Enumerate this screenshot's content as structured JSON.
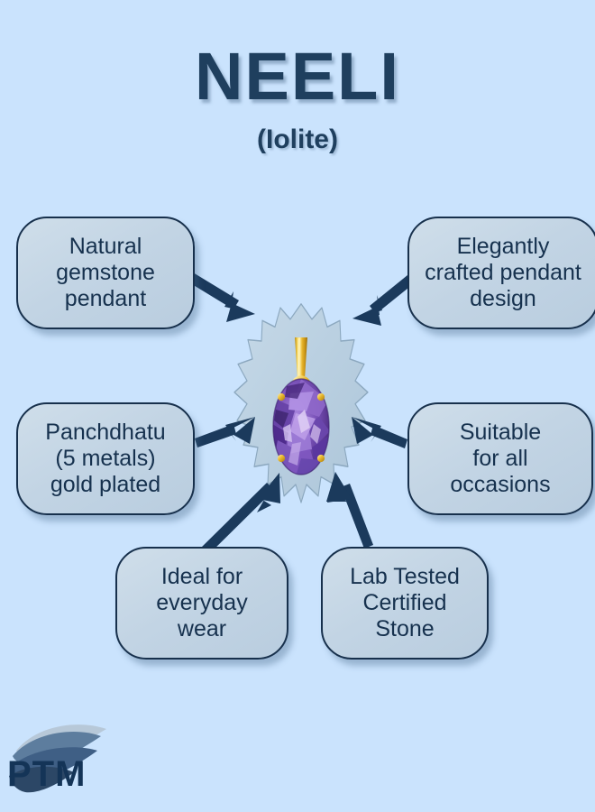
{
  "page": {
    "background_color": "#cae3fd",
    "text_color": "#16314e",
    "box_fill_color": "#c2d4e4",
    "box_border_color": "#17304c",
    "arrow_color": "#1b3a5c",
    "starburst_color": "#b9cfe0",
    "gold_color": "#e8b62c",
    "gem_color": "#7a4fbf"
  },
  "title": {
    "main": "NEELI",
    "sub": "(Iolite)"
  },
  "callouts": [
    {
      "id": "natural",
      "lines": [
        "Natural",
        "gemstone",
        "pendant"
      ]
    },
    {
      "id": "elegant",
      "lines": [
        "Elegantly",
        "crafted pendant",
        "design"
      ]
    },
    {
      "id": "panchdhatu",
      "lines": [
        "Panchdhatu",
        "(5 metals)",
        "gold plated"
      ]
    },
    {
      "id": "suitable",
      "lines": [
        "Suitable",
        "for all",
        "occasions"
      ]
    },
    {
      "id": "everyday",
      "lines": [
        "Ideal for",
        "everyday",
        "wear"
      ]
    },
    {
      "id": "lab",
      "lines": [
        "Lab Tested",
        "Certified",
        "Stone"
      ]
    }
  ],
  "center": {
    "product": "gemstone-pendant",
    "gem_shape": "oval-faceted",
    "metal": "gold-plated-bail"
  },
  "logo": {
    "text": "PTM",
    "mark": "wave-leaf-icon"
  }
}
